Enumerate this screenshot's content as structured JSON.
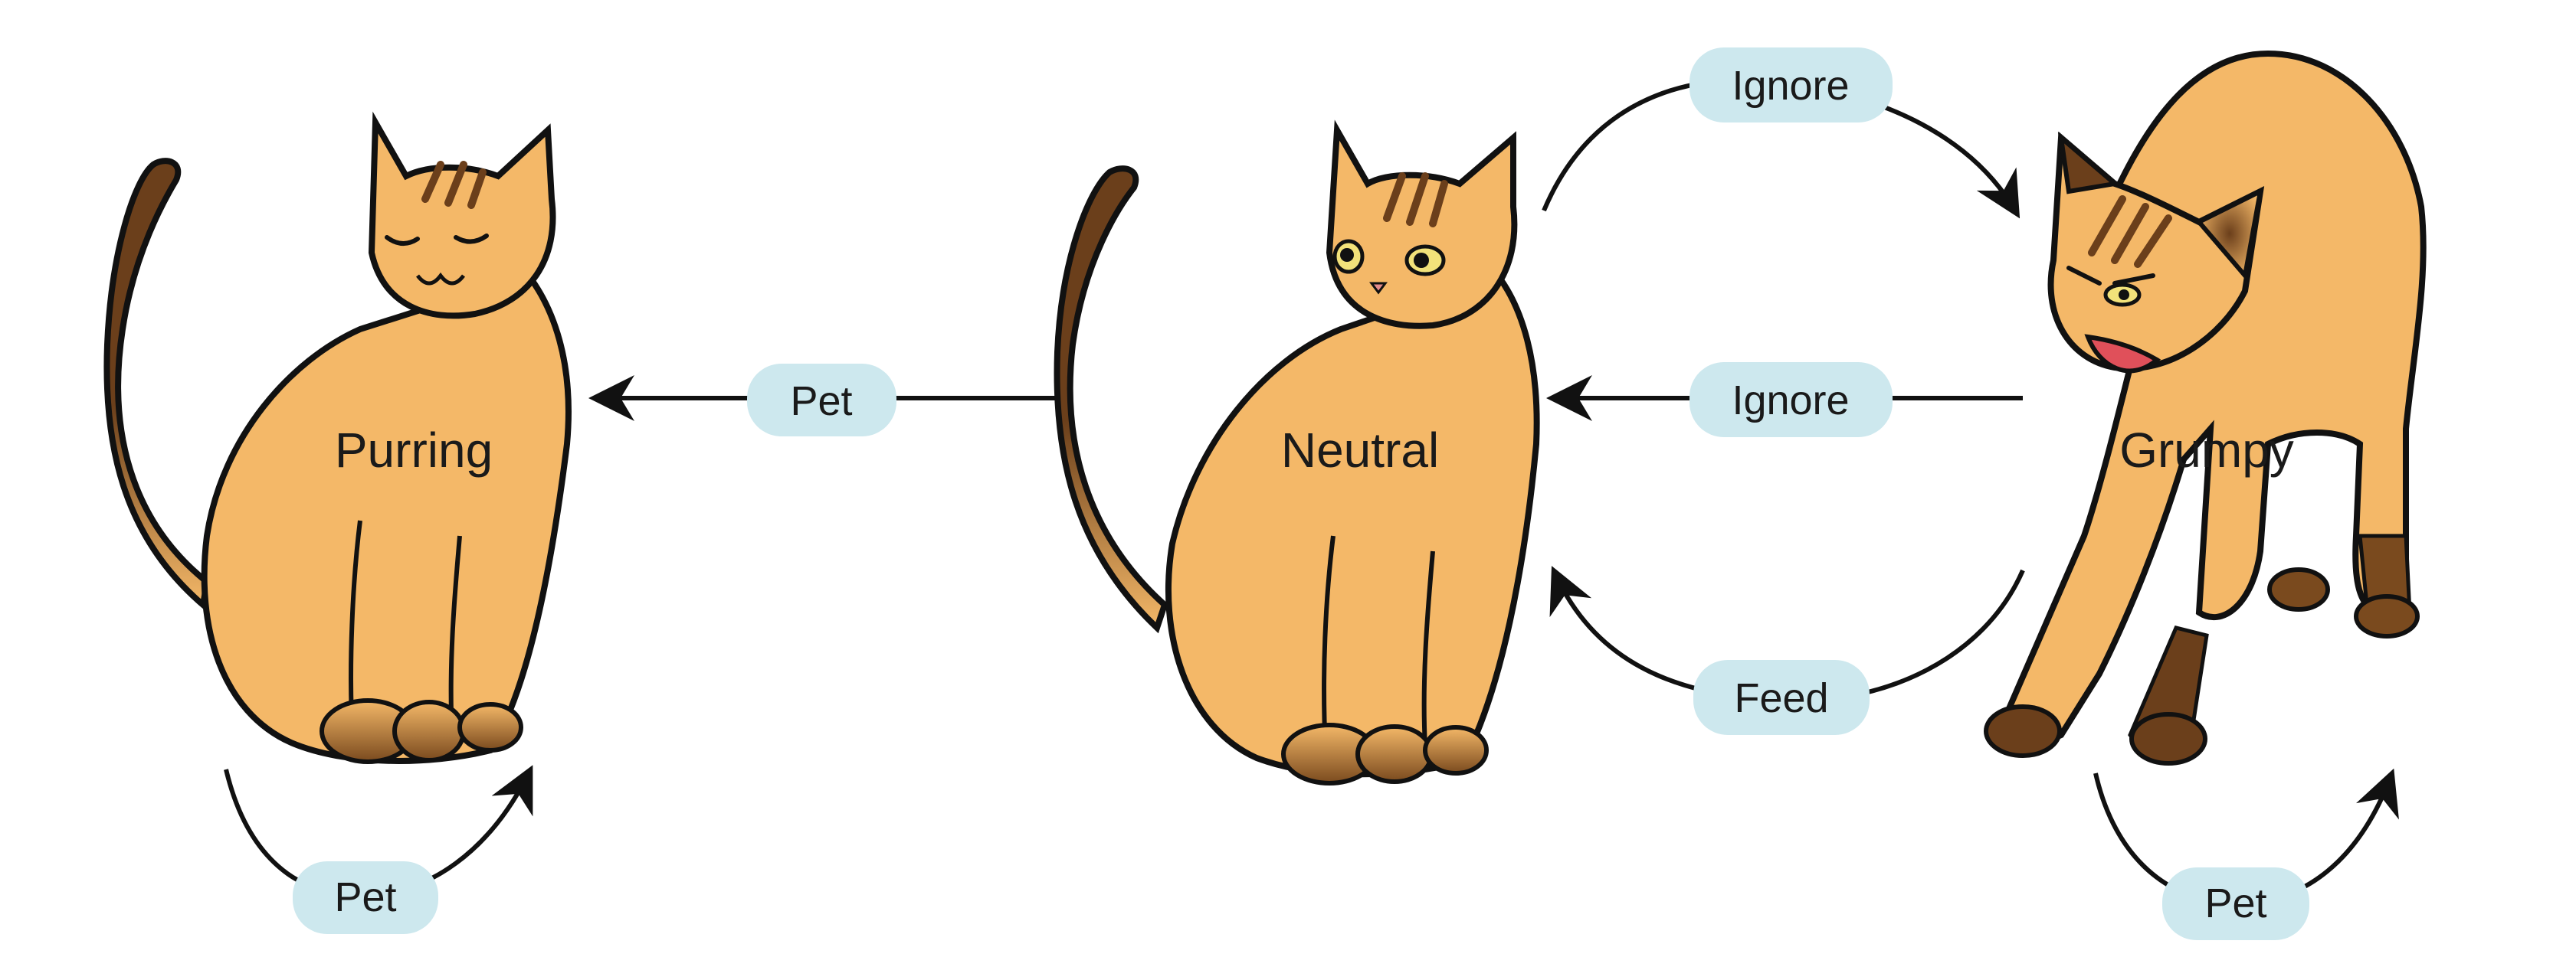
{
  "colors": {
    "cat_body": "#F4B868",
    "cat_dark": "#6B3F1B",
    "outline": "#111111",
    "label_bg": "#CDE8EE",
    "tongue": "#E0505A",
    "eye_yellow": "#F2E27A"
  },
  "states": {
    "purring": "Purring",
    "neutral": "Neutral",
    "grumpy": "Grumpy"
  },
  "transitions": {
    "purring_self": "Pet",
    "neutral_to_purring": "Pet",
    "neutral_to_grumpy": "Ignore",
    "grumpy_to_neutral_ignore": "Ignore",
    "grumpy_to_neutral_feed": "Feed",
    "grumpy_self": "Pet"
  }
}
